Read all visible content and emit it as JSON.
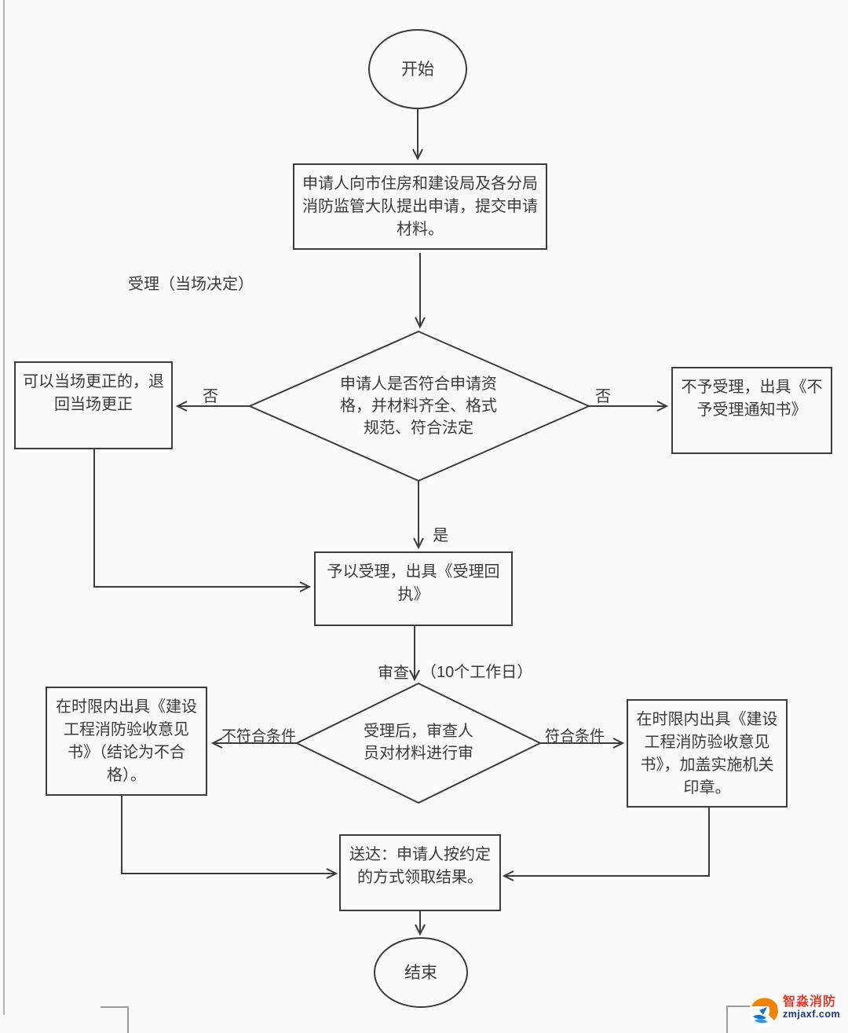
{
  "nodes": {
    "start": {
      "label": "开始"
    },
    "apply": {
      "label": "申请人向市住房和建设局及各分局消防监管大队提出申请，提交申请材料。"
    },
    "accept_note": {
      "label": "受理（当场决定）"
    },
    "decision1": {
      "label": "申请人是否符合申请资格，并材料齐全、格式规范、符合法定"
    },
    "correct": {
      "label": "可以当场更正的，退回当场更正"
    },
    "reject": {
      "label": "不予受理，出具《不予受理通知书》"
    },
    "accept": {
      "label": "予以受理，出具《受理回执》"
    },
    "review_note_left": "审查",
    "review_note_right": "（10个工作日）",
    "decision2": {
      "label": "受理后，审查人员对材料进行审"
    },
    "fail": {
      "label": "在时限内出具《建设工程消防验收意见书》（结论为不合格）。"
    },
    "pass": {
      "label": "在时限内出具《建设工程消防验收意见书》，加盖实施机关印章。"
    },
    "deliver": {
      "label": "送达：申请人按约定的方式领取结果。"
    },
    "end": {
      "label": "结束"
    }
  },
  "edges": {
    "no_left": "否",
    "no_right": "否",
    "yes": "是",
    "not_meet": "不符合条件",
    "meet": "符合条件"
  },
  "logo": {
    "name": "智淼消防",
    "domain": "zmjaxf.com"
  },
  "colors": {
    "line": "#3c3c3c",
    "background": "#fafafa",
    "logo_red": "#d43f2f",
    "logo_navy": "#1c3668",
    "logo_orange": "#f08200",
    "logo_blue": "#1b74c0"
  }
}
